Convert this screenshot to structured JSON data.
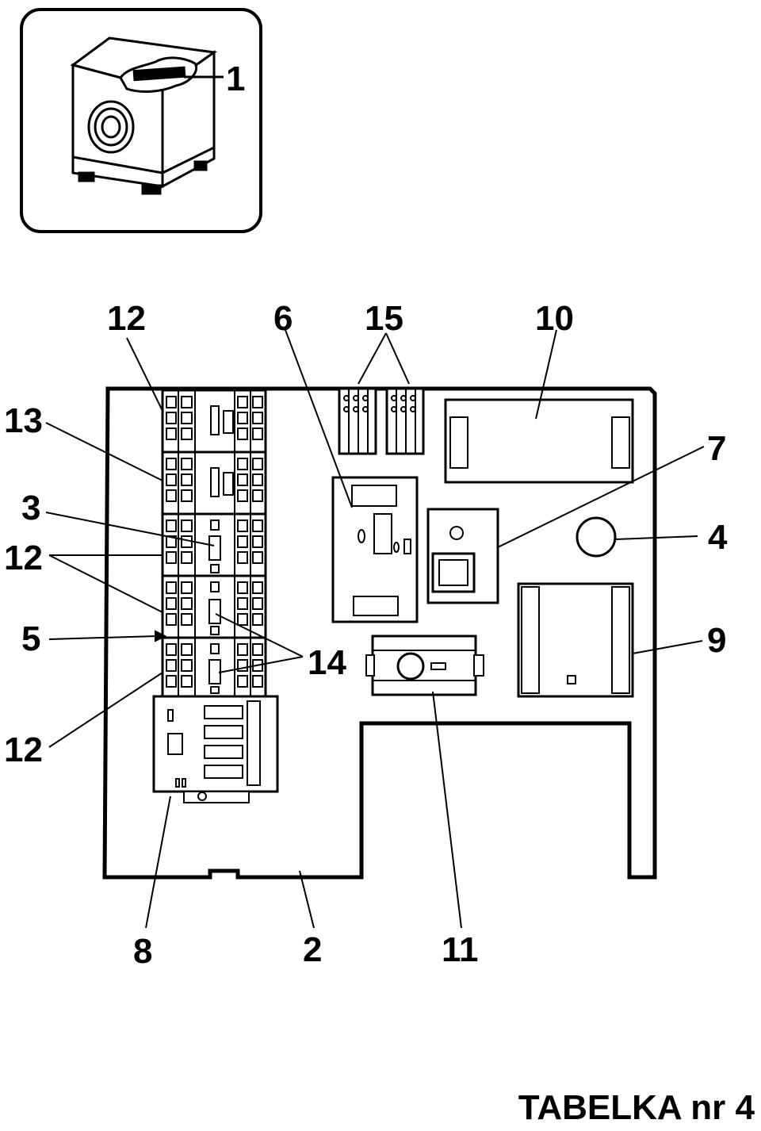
{
  "inset": {
    "callout": "1"
  },
  "callouts": {
    "c12_top": "12",
    "c6": "6",
    "c15": "15",
    "c10": "10",
    "c13": "13",
    "c7": "7",
    "c3": "3",
    "c12_mid": "12",
    "c4": "4",
    "c5": "5",
    "c9": "9",
    "c14": "14",
    "c12_bottom": "12",
    "c8": "8",
    "c2": "2",
    "c11": "11"
  },
  "caption": "TABELKA nr 4",
  "colors": {
    "ink": "#000000",
    "paper": "#ffffff"
  }
}
